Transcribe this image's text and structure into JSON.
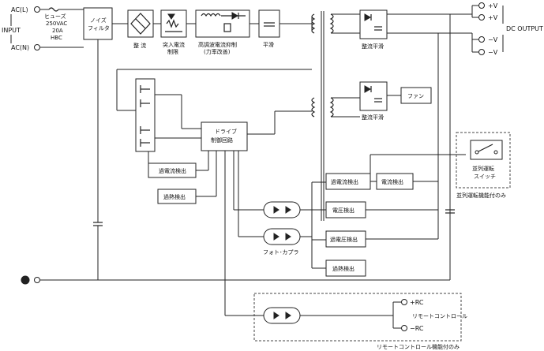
{
  "input": {
    "label": "INPUT",
    "terminal_l": "AC(L)",
    "terminal_n": "AC(N)",
    "fuse_label": "ヒューズ",
    "fuse_rating_1": "250VAC",
    "fuse_rating_2": "20A",
    "fuse_rating_3": "HBC"
  },
  "blocks": {
    "noise_filter_1": "ノイズ",
    "noise_filter_2": "フィルタ",
    "rectifier": "整 流",
    "inrush_1": "突入電流",
    "inrush_2": "制限",
    "pfc_1": "高調波電流抑制",
    "pfc_2": "(力率改善)",
    "smoothing": "平滑",
    "out_rect": "整流平滑",
    "fan_rect": "整流平滑",
    "fan": "ファン",
    "drive_1": "ドライブ",
    "drive_2": "制御回路",
    "overcurrent": "過電流検出",
    "overheat": "過熱検出",
    "s_overcurrent": "過電流検出",
    "current_detect": "電流検出",
    "voltage_detect": "電圧検出",
    "overvoltage": "過電圧検出",
    "s_overheat": "過熱検出",
    "photocoupler": "フォト･カプラ"
  },
  "output": {
    "label": "DC OUTPUT",
    "plus_1": "+V",
    "plus_2": "+V",
    "minus_1": "−V",
    "minus_2": "−V"
  },
  "parallel": {
    "switch_1": "並列運転",
    "switch_2": "スイッチ",
    "note": "並列運転機能付のみ"
  },
  "remote": {
    "plus": "+RC",
    "minus": "−RC",
    "label": "リモートコントロール",
    "note": "リモートコントロール機能付のみ"
  }
}
